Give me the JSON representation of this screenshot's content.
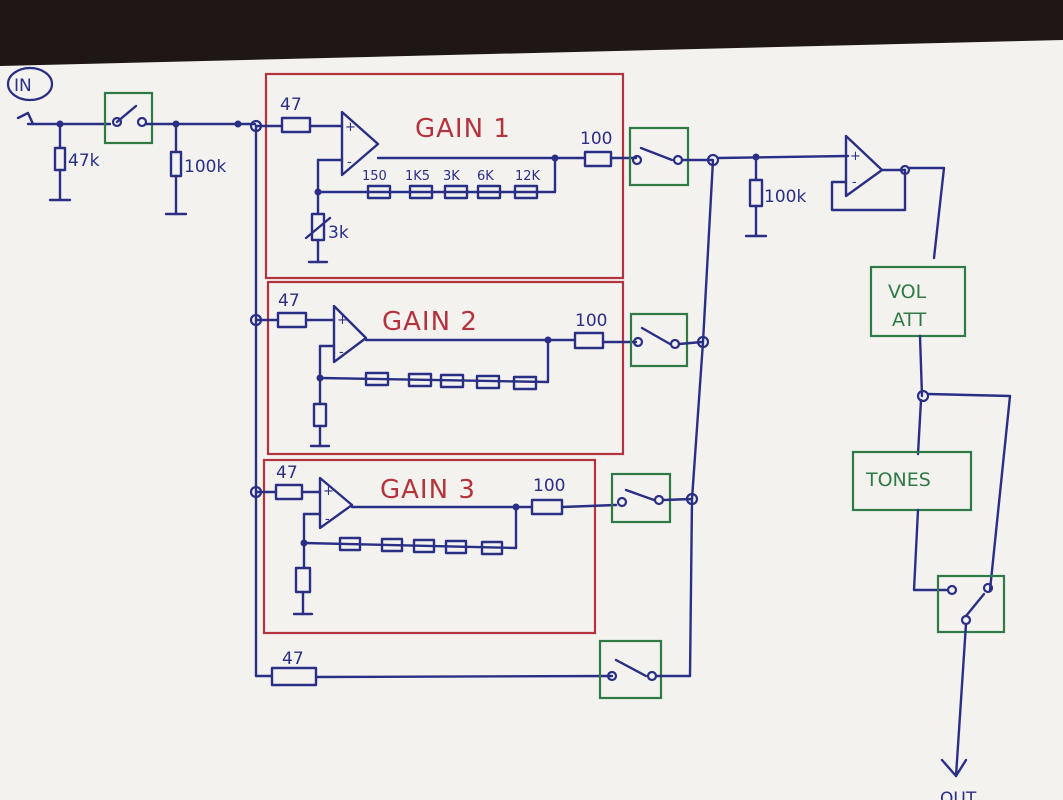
{
  "input_label": "IN",
  "output_label": "OUT",
  "resistors": {
    "input_shunt": "47k",
    "input_series": "47",
    "pulldown_1": "100k",
    "pulldown_2": "100k",
    "gain1_pot": "3k",
    "gain1_out": "100",
    "gain2_in": "47",
    "gain2_out": "100",
    "gain3_in": "47",
    "gain3_out": "100",
    "bypass": "47"
  },
  "gain1_ladder": [
    "150",
    "1K5",
    "3K",
    "6K",
    "12K"
  ],
  "stages": {
    "gain1": "GAIN 1",
    "gain2": "GAIN 2",
    "gain3": "GAIN 3"
  },
  "blocks": {
    "vol_att_line1": "VOL",
    "vol_att_line2": "ATT",
    "tones": "TONES"
  },
  "colors": {
    "ink": "#2a2f86",
    "stage_box": "#b5333c",
    "switch_box": "#2f7a45",
    "paper": "#f3f2ef"
  }
}
